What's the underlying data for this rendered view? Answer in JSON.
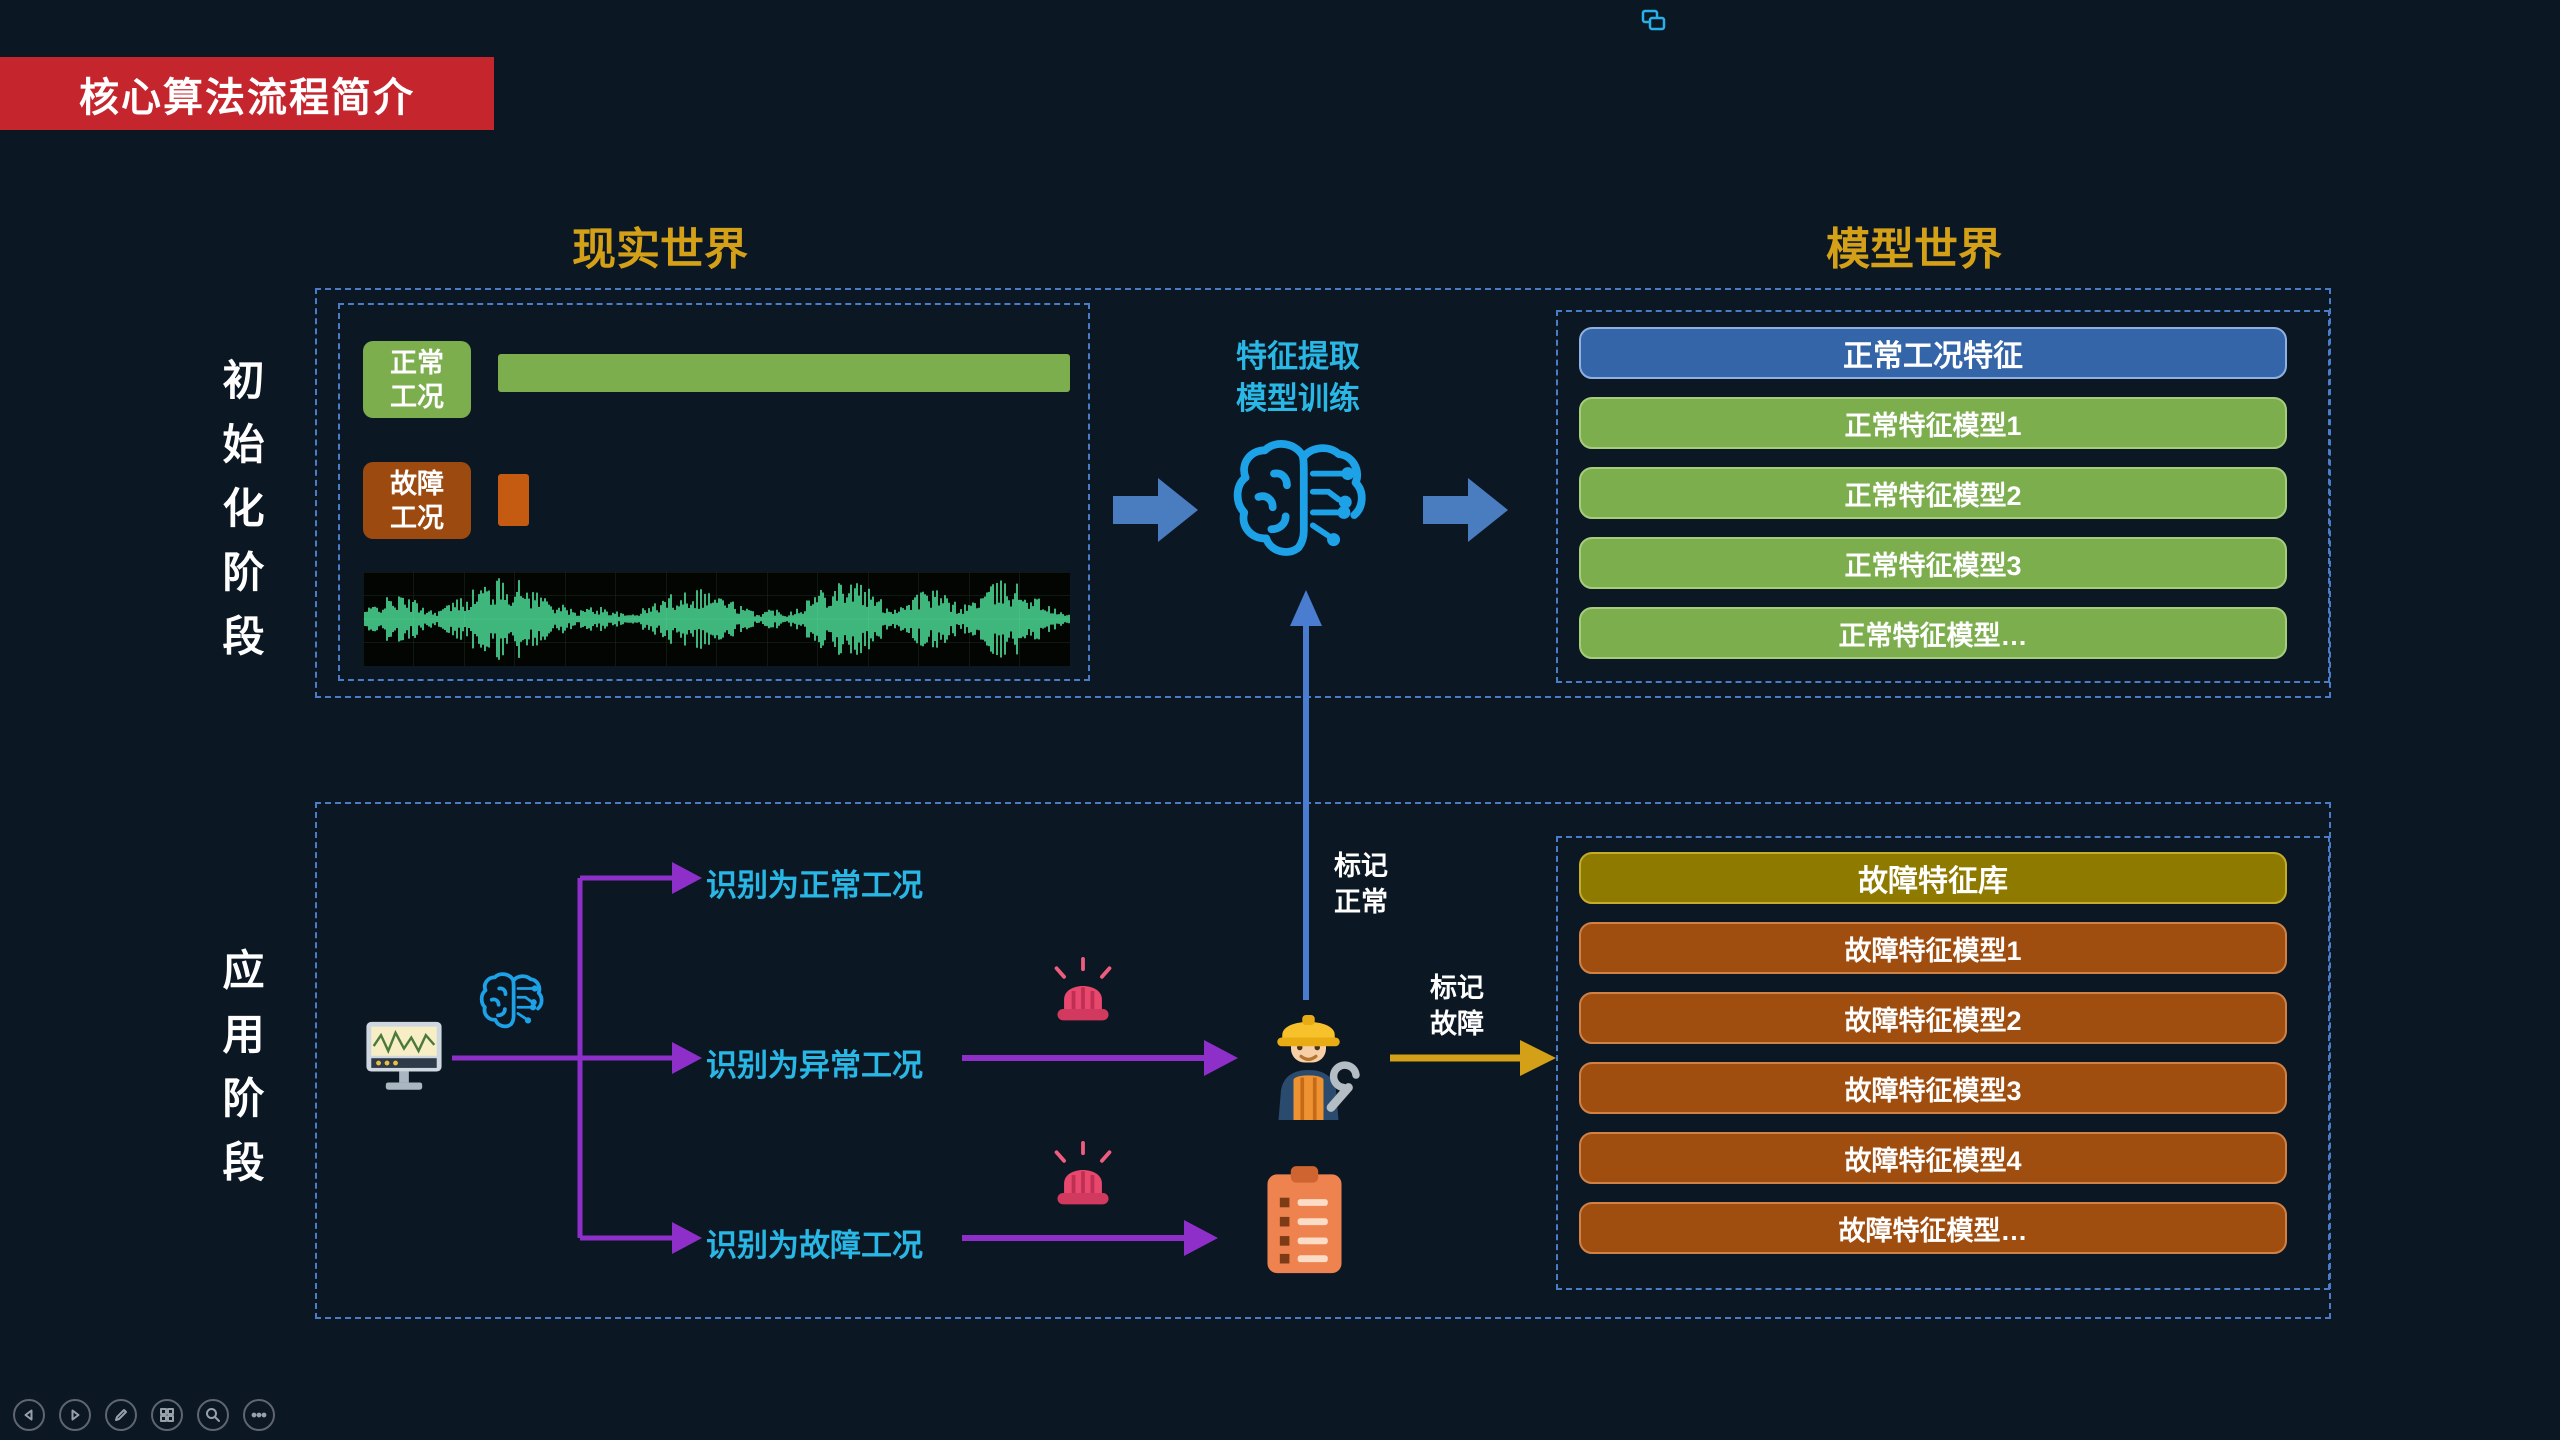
{
  "banner": {
    "title": "核心算法流程简介"
  },
  "columns": {
    "left": "现实世界",
    "right": "模型世界"
  },
  "phases": {
    "init": "初始化阶段",
    "apply": "应用阶段"
  },
  "init_stage": {
    "normal_button": "正常\n工况",
    "fault_button": "故障\n工况",
    "process_label": "特征提取\n模型训练",
    "result_box": {
      "header": "正常工况特征",
      "models": [
        "正常特征模型1",
        "正常特征模型2",
        "正常特征模型3",
        "正常特征模型…"
      ]
    }
  },
  "apply_stage": {
    "branches": [
      "识别为正常工况",
      "识别为异常工况",
      "识别为故障工况"
    ],
    "mark_normal": "标记\n正常",
    "mark_fault": "标记\n故障",
    "result_box": {
      "header": "故障特征库",
      "models": [
        "故障特征模型1",
        "故障特征模型2",
        "故障特征模型3",
        "故障特征模型4",
        "故障特征模型…"
      ]
    }
  },
  "icons": {
    "brain": "circuit-brain",
    "alarm": "alarm-siren",
    "worker": "maintenance-worker",
    "monitor": "monitoring-screen",
    "document": "fault-report",
    "waveform": "vibration-waveform"
  },
  "toolbar": {
    "buttons": [
      "previous-slide",
      "next-slide",
      "pen-tools",
      "all-slides",
      "zoom",
      "more-options"
    ]
  },
  "colors": {
    "background": "#0b1723",
    "banner_red": "#c5262e",
    "heading_gold": "#d4a017",
    "cyan_text": "#29b8e5",
    "normal_green": "#7cae4e",
    "normal_blue": "#3465a8",
    "fault_brown": "#a04d10",
    "fault_olive": "#8f7a00",
    "arrow_purple": "#8e2fc9",
    "arrow_blue": "#4a7cd0",
    "arrow_gold": "#d4a017",
    "dashed_border": "#4a7cc8",
    "waveform_green": "#4ee39b"
  }
}
